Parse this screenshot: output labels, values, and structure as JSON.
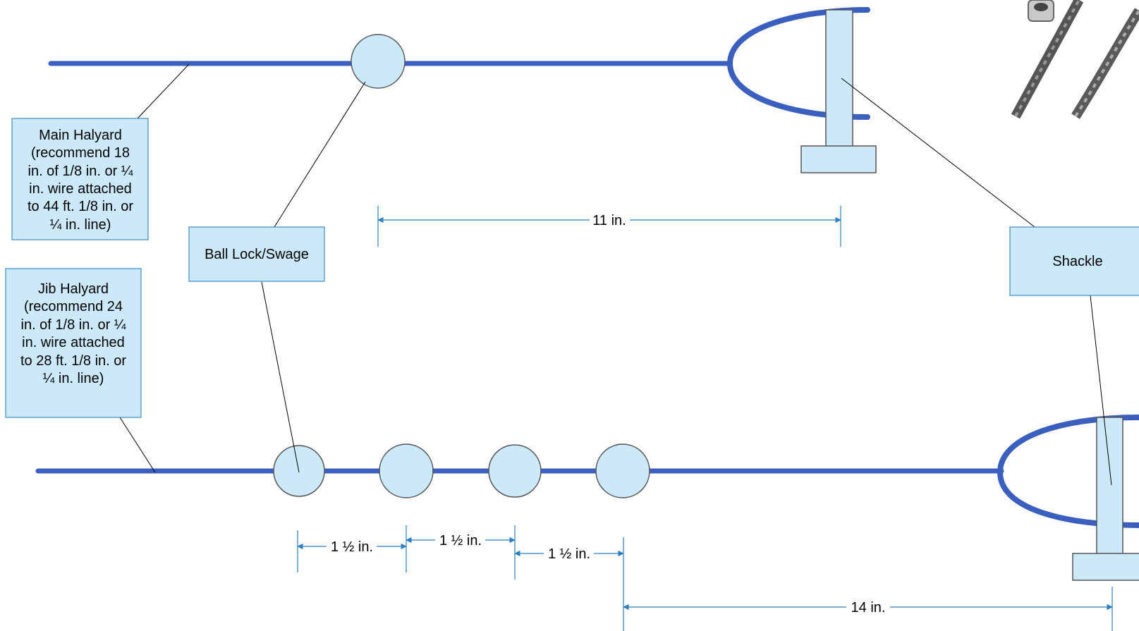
{
  "labels": {
    "main_halyard": [
      "Main Halyard",
      "(recommend 18",
      "in. of 1/8 in. or ¼",
      "in.  wire attached",
      "to 44 ft. 1/8 in. or",
      "¼ in. line)"
    ],
    "jib_halyard": [
      "Jib Halyard",
      "(recommend 24",
      "in. of 1/8 in. or ¼",
      "in. wire attached",
      "to 28 ft. 1/8 in. or",
      "¼ in. line)"
    ],
    "ball_lock": "Ball Lock/Swage",
    "shackle": "Shackle"
  },
  "dimensions": {
    "top_span": "11 in.",
    "spacing_1": "1 ½ in.",
    "spacing_2": "1 ½ in.",
    "spacing_3": "1 ½ in.",
    "bottom_span": "14 in."
  },
  "colors": {
    "wire": "#3a5fbf",
    "fill": "#cce9f9",
    "box_border": "#3c8dc0",
    "dim_line": "#2f7fbf"
  },
  "photo": {
    "icon": "wire-rope-cable-photo-icon"
  }
}
